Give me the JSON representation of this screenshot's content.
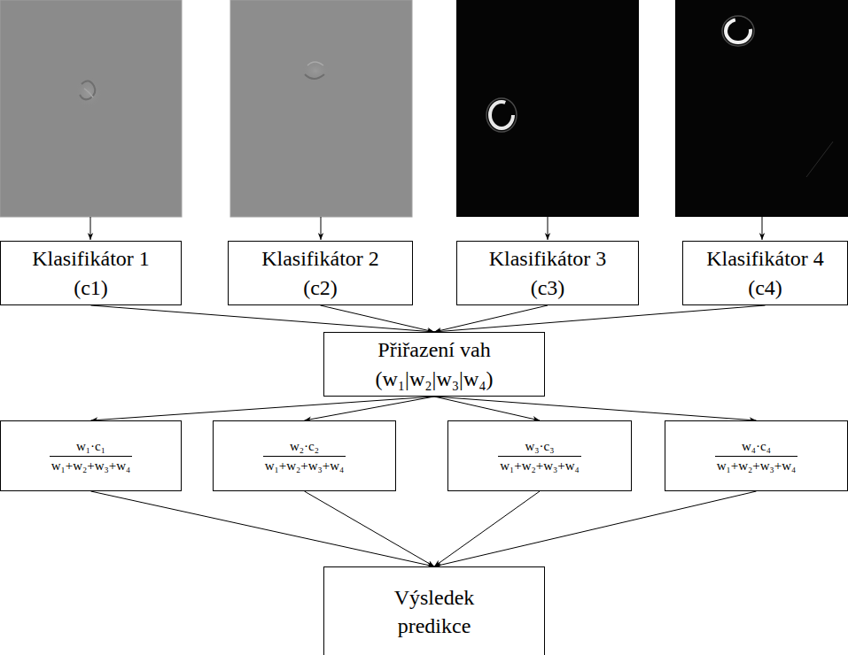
{
  "diagram": {
    "nodes": [
      {
        "text": [
          "Klasifikátor 1",
          "(c1)"
        ]
      },
      {
        "text": [
          "Klasifikátor 2",
          "(c2)"
        ]
      },
      {
        "text": [
          "Klasifikátor 3",
          "(c3)"
        ]
      },
      {
        "text": [
          "Klasifikátor 4",
          "(c4)"
        ]
      },
      {
        "text": [
          "Přiřazení vah",
          "(w₁|w₂|w₃|w₄)"
        ]
      },
      {
        "text": [
          "w₁·c₁",
          "w₁+w₂+w₃+w₄"
        ]
      },
      {
        "text": [
          "w₂·c₂",
          "w₁+w₂+w₃+w₄"
        ]
      },
      {
        "text": [
          "w₃·c₃",
          "w₁+w₂+w₃+w₄"
        ]
      },
      {
        "text": [
          "w₄·c₄",
          "w₁+w₂+w₃+w₄"
        ]
      },
      {
        "text": [
          "Výsledek predikce"
        ]
      }
    ],
    "edges": [
      {
        "from": 0,
        "to": 4,
        "arrow": "to"
      },
      {
        "from": 1,
        "to": 4,
        "arrow": "to"
      },
      {
        "from": 2,
        "to": 4,
        "arrow": "to"
      },
      {
        "from": 3,
        "to": 4,
        "arrow": "to"
      },
      {
        "from": 4,
        "to": 5,
        "arrow": "to"
      },
      {
        "from": 4,
        "to": 6,
        "arrow": "to"
      },
      {
        "from": 4,
        "to": 7,
        "arrow": "to"
      },
      {
        "from": 4,
        "to": 8,
        "arrow": "to"
      },
      {
        "from": 5,
        "to": 9,
        "arrow": "to"
      },
      {
        "from": 6,
        "to": 9,
        "arrow": "to"
      },
      {
        "from": 7,
        "to": 9,
        "arrow": "to"
      },
      {
        "from": 8,
        "to": 9,
        "arrow": "to"
      }
    ]
  }
}
